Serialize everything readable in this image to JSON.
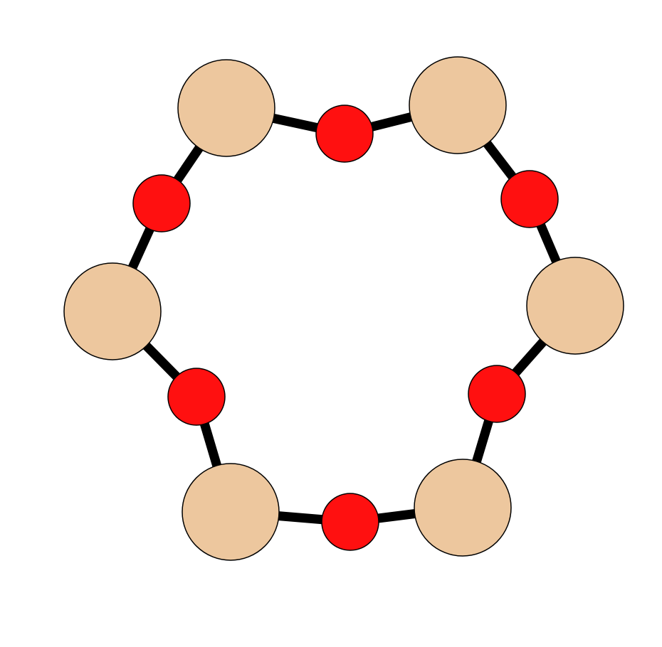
{
  "diagram": {
    "type": "ring-molecule",
    "colors": {
      "background": "#ffffff",
      "bond": "#000000",
      "large_atom_fill": "#EDC79E",
      "small_atom_fill": "#FF1010",
      "atom_outline": "#000000"
    },
    "atoms": [
      {
        "id": "large-1",
        "kind": "large"
      },
      {
        "id": "small-1",
        "kind": "small"
      },
      {
        "id": "large-2",
        "kind": "large"
      },
      {
        "id": "small-2",
        "kind": "small"
      },
      {
        "id": "large-3",
        "kind": "large"
      },
      {
        "id": "small-3",
        "kind": "small"
      },
      {
        "id": "large-4",
        "kind": "large"
      },
      {
        "id": "small-4",
        "kind": "small"
      },
      {
        "id": "large-5",
        "kind": "large"
      },
      {
        "id": "small-5",
        "kind": "small"
      },
      {
        "id": "large-6",
        "kind": "large"
      },
      {
        "id": "small-6",
        "kind": "small"
      }
    ],
    "bonds": [
      [
        "large-1",
        "small-1"
      ],
      [
        "small-1",
        "large-2"
      ],
      [
        "large-2",
        "small-2"
      ],
      [
        "small-2",
        "large-3"
      ],
      [
        "large-3",
        "small-3"
      ],
      [
        "small-3",
        "large-4"
      ],
      [
        "large-4",
        "small-4"
      ],
      [
        "small-4",
        "large-5"
      ],
      [
        "large-5",
        "small-5"
      ],
      [
        "small-5",
        "large-6"
      ],
      [
        "large-6",
        "small-6"
      ],
      [
        "small-6",
        "large-1"
      ]
    ]
  }
}
